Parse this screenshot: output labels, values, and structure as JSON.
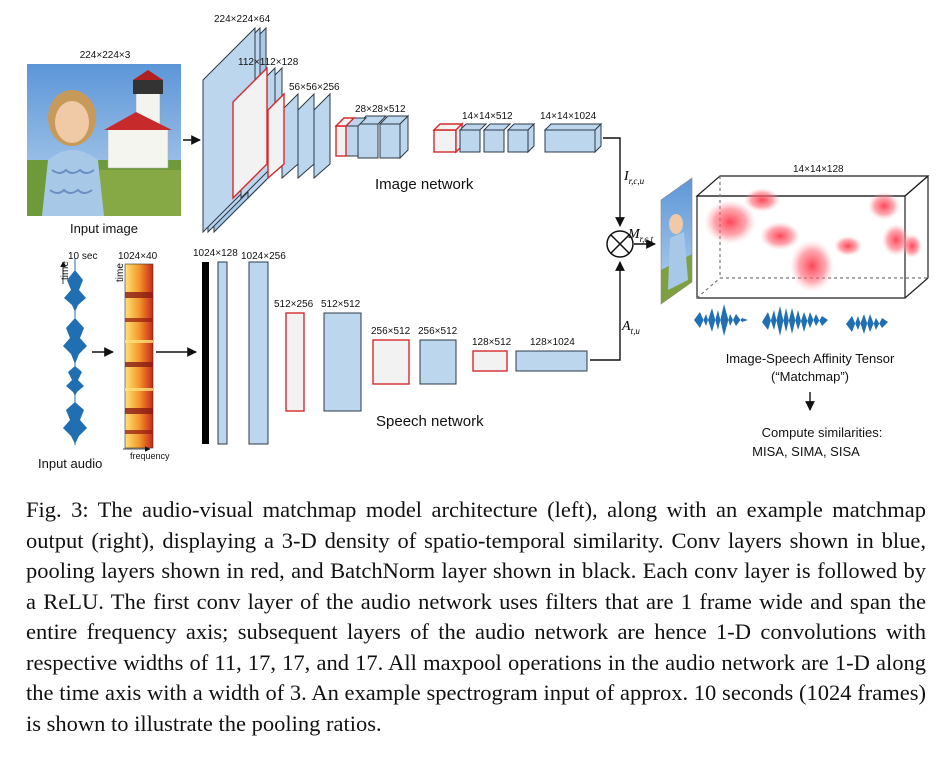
{
  "image_branch": {
    "input_dim": "224×224×3",
    "input_label": "Input image",
    "network_label": "Image network",
    "dims": [
      "224×224×64",
      "112×112×128",
      "56×56×256",
      "28×28×512",
      "14×14×512",
      "14×14×1024"
    ]
  },
  "audio_branch": {
    "time_label": "time",
    "duration_label": "10 sec",
    "spectrogram_dim": "1024×40",
    "frequency_label": "frequency",
    "input_label": "Input audio",
    "network_label": "Speech network",
    "dims": [
      "1024×128",
      "1024×256",
      "512×256",
      "512×512",
      "256×512",
      "256×512",
      "128×512",
      "128×1024"
    ]
  },
  "fusion": {
    "image_feature": {
      "main": "I",
      "sub": "r,c,u"
    },
    "match_feature": {
      "main": "M",
      "sub": "r,c,t"
    },
    "audio_feature": {
      "main": "A",
      "sub": "t,u"
    },
    "operator": "⊗"
  },
  "output": {
    "tensor_dim": "14×14×128",
    "title_line1": "Image-Speech Affinity Tensor",
    "title_line2": "(“Matchmap”)",
    "compute_line1": "Compute similarities:",
    "compute_line2": "MISA, SIMA, SISA"
  },
  "colors": {
    "conv": "#bcd6ee",
    "pool": "#d62a2a",
    "batchnorm": "#000000",
    "wave": "#1f6fb2"
  },
  "caption": "Fig. 3: The audio-visual matchmap model architecture (left), along with an example matchmap output (right), displaying a 3-D density of spatio-temporal similarity. Conv layers shown in blue, pooling layers shown in red, and BatchNorm layer shown in black. Each conv layer is followed by a ReLU. The first conv layer of the audio network uses filters that are 1 frame wide and span the entire frequency axis; subsequent layers of the audio network are hence 1-D convolutions with respective widths of 11, 17, 17, and 17. All maxpool operations in the audio network are 1-D along the time axis with a width of 3. An example spectrogram input of approx. 10 seconds (1024 frames) is shown to illustrate the pooling ratios."
}
